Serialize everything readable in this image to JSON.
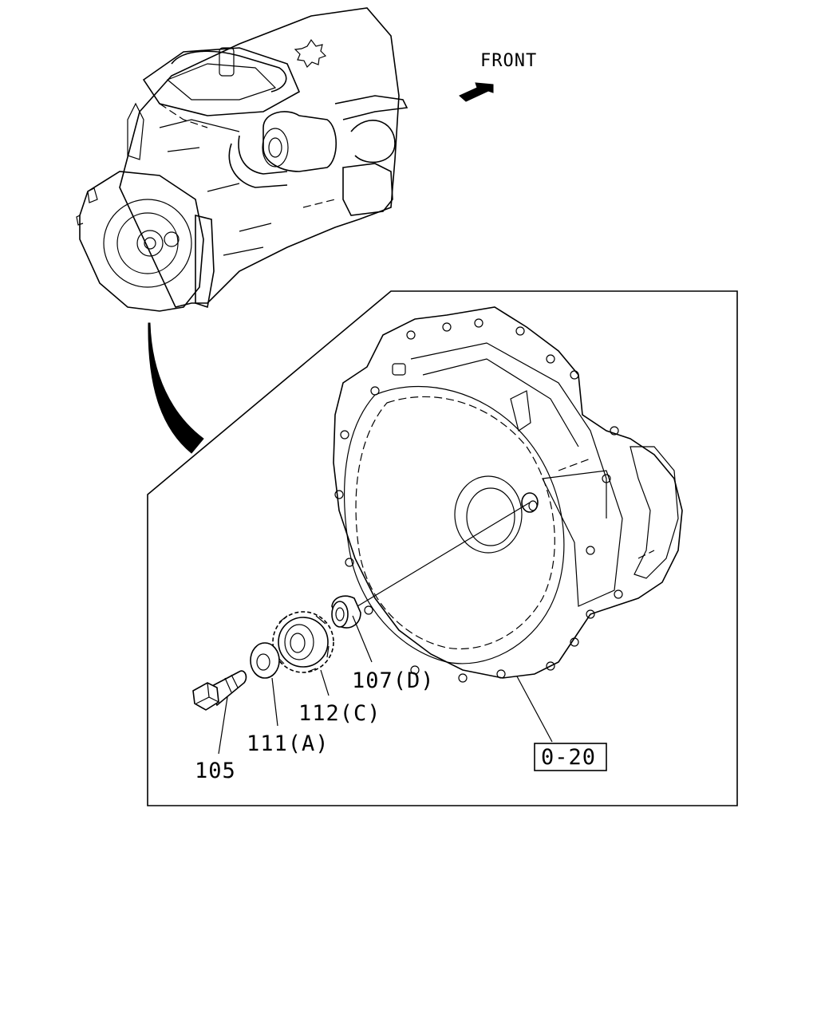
{
  "direction": {
    "label": "FRONT"
  },
  "callouts": {
    "ref": "0-20",
    "p105": "105",
    "p111": "111(A)",
    "p112": "112(C)",
    "p107": "107(D)"
  }
}
